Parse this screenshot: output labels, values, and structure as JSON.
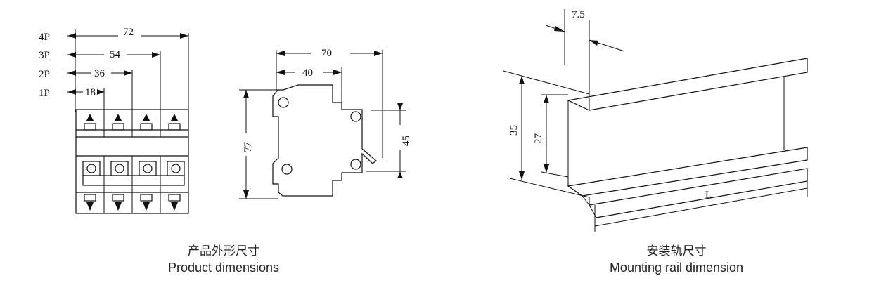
{
  "product": {
    "pole_labels": [
      "4P",
      "3P",
      "2P",
      "1P"
    ],
    "width_dims": [
      "72",
      "54",
      "36",
      "18"
    ],
    "side_dims": {
      "depth_total": "70",
      "depth_front": "40",
      "height": "77",
      "rail_height": "45"
    }
  },
  "rail": {
    "dim_top": "7.5",
    "dim_outer": "35",
    "dim_inner": "27",
    "dim_length": "L"
  },
  "captions": {
    "product_cn": "产品外形尺寸",
    "product_en": "Product dimensions",
    "rail_cn": "安装轨尺寸",
    "rail_en": "Mounting rail dimension"
  }
}
